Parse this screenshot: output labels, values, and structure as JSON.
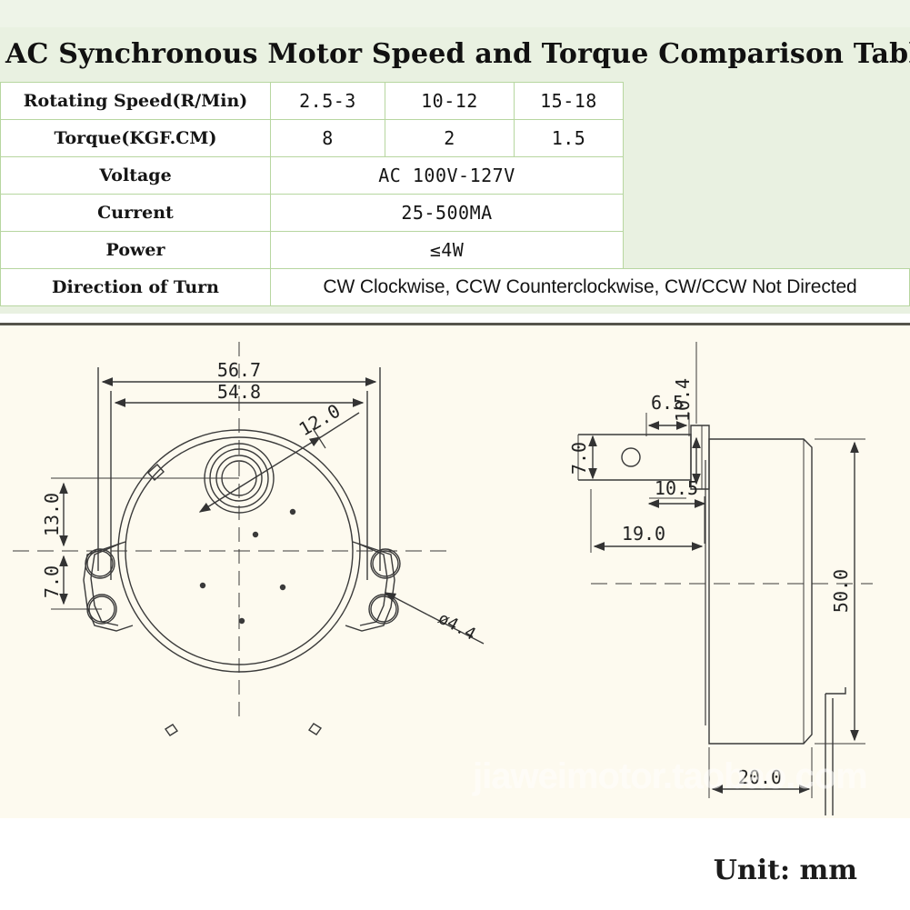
{
  "header": {
    "title": "AC Synchronous Motor Speed and Torque Comparison Table"
  },
  "spec_table": {
    "rows": [
      {
        "label": "Rotating Speed(R/Min)",
        "values": [
          "2.5-3",
          "10-12",
          "15-18"
        ],
        "span": 1
      },
      {
        "label": "Torque(KGF.CM)",
        "values": [
          "8",
          "2",
          "1.5"
        ],
        "span": 1
      },
      {
        "label": "Voltage",
        "values": [
          "AC 100V-127V"
        ],
        "span": 3
      },
      {
        "label": "Current",
        "values": [
          "25-500MA"
        ],
        "span": 3
      },
      {
        "label": "Power",
        "values": [
          "≤4W"
        ],
        "span": 3
      },
      {
        "label": "Direction of Turn",
        "values": [
          "CW Clockwise, CCW Counterclockwise, CW/CCW Not Directed"
        ],
        "span": 4
      }
    ]
  },
  "drawing": {
    "front_view": {
      "dimensions": {
        "outer_width": "56.7",
        "body_width": "54.8",
        "shaft_diameter": "12.0",
        "top_hole_offset": "13.0",
        "hole_spacing": "7.0",
        "hole_diameter": "ø4.4"
      }
    },
    "side_view": {
      "dimensions": {
        "shaft_boss_height": "10.4",
        "boss_length": "6.5",
        "shaft_width": "7.0",
        "shaft_total": "10.5",
        "shaft_length": "19.0",
        "body_height": "50.0",
        "body_depth": "20.0"
      }
    },
    "watermark": "jiaweimotor.taobao.com"
  },
  "footer": {
    "unit_label": "Unit: mm"
  },
  "colors": {
    "header_bg": "#e9f1e1",
    "table_border": "#b7d6a0",
    "drawing_bg": "#fdfaef",
    "drawing_border": "#55544c",
    "line": "#3a3a3a"
  }
}
